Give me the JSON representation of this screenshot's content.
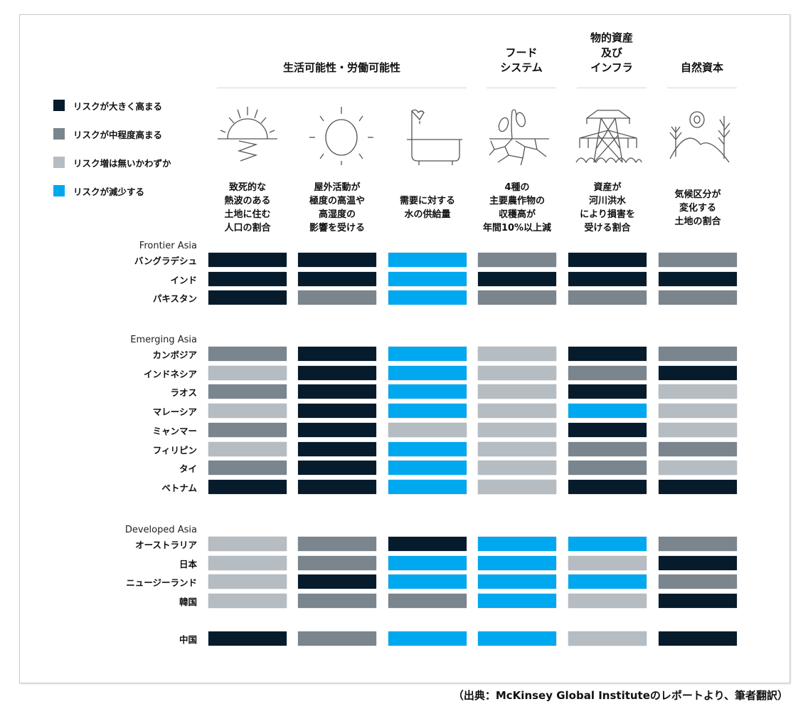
{
  "chart_data": {
    "type": "heatmap",
    "column_groups": [
      {
        "title": "生活可能性・労働可能性",
        "columns": [
          0,
          1,
          2
        ]
      },
      {
        "title": "フード\nシステム",
        "columns": [
          3
        ]
      },
      {
        "title": "物的資産\n及び\nインフラ",
        "columns": [
          4
        ]
      },
      {
        "title": "自然資本",
        "columns": [
          5
        ]
      }
    ],
    "columns": [
      {
        "label": "致死的な\n熱波のある\n土地に住む\n人口の割合",
        "icon": "sunset-heat-icon"
      },
      {
        "label": "屋外活動が\n極度の高温や\n高湿度の\n影響を受ける",
        "icon": "sun-icon"
      },
      {
        "label": "需要に対する\n水の供給量",
        "icon": "bathtub-water-icon"
      },
      {
        "label": "4種の\n主要農作物の\n収穫高が\n年間10%以上減",
        "icon": "drought-plant-icon"
      },
      {
        "label": "資産が\n河川洪水\nにより損害を\n受ける割合",
        "icon": "power-tower-flood-icon"
      },
      {
        "label": "気候区分が\n変化する\n土地の割合",
        "icon": "landscape-climate-icon"
      }
    ],
    "legend": [
      {
        "level": 3,
        "label": "リスクが大きく高まる",
        "color": "#061b2b"
      },
      {
        "level": 2,
        "label": "リスクが中程度高まる",
        "color": "#7a858d"
      },
      {
        "level": 1,
        "label": "リスク増は無いかわずか",
        "color": "#b5bcc2"
      },
      {
        "level": 0,
        "label": "リスクが減少する",
        "color": "#00a8f0"
      }
    ],
    "regions": [
      {
        "name": "Frontier Asia",
        "rows": [
          {
            "country": "バングラデシュ",
            "values": [
              3,
              3,
              0,
              2,
              3,
              2
            ]
          },
          {
            "country": "インド",
            "values": [
              3,
              3,
              0,
              3,
              3,
              3
            ]
          },
          {
            "country": "パキスタン",
            "values": [
              3,
              2,
              0,
              2,
              2,
              2
            ]
          }
        ]
      },
      {
        "name": "Emerging Asia",
        "rows": [
          {
            "country": "カンボジア",
            "values": [
              2,
              3,
              0,
              1,
              3,
              2
            ]
          },
          {
            "country": "インドネシア",
            "values": [
              1,
              3,
              0,
              1,
              2,
              3
            ]
          },
          {
            "country": "ラオス",
            "values": [
              2,
              3,
              0,
              1,
              3,
              1
            ]
          },
          {
            "country": "マレーシア",
            "values": [
              1,
              3,
              0,
              1,
              0,
              1
            ]
          },
          {
            "country": "ミャンマー",
            "values": [
              2,
              3,
              1,
              1,
              3,
              1
            ]
          },
          {
            "country": "フィリピン",
            "values": [
              1,
              3,
              0,
              1,
              2,
              2
            ]
          },
          {
            "country": "タイ",
            "values": [
              2,
              3,
              0,
              1,
              2,
              1
            ]
          },
          {
            "country": "ベトナム",
            "values": [
              3,
              3,
              0,
              1,
              3,
              3
            ]
          }
        ]
      },
      {
        "name": "Developed Asia",
        "rows": [
          {
            "country": "オーストラリア",
            "values": [
              1,
              2,
              3,
              0,
              0,
              2
            ]
          },
          {
            "country": "日本",
            "values": [
              1,
              2,
              0,
              0,
              1,
              3
            ]
          },
          {
            "country": "ニュージーランド",
            "values": [
              1,
              3,
              0,
              0,
              0,
              2
            ]
          },
          {
            "country": "韓国",
            "values": [
              1,
              2,
              2,
              0,
              1,
              3
            ]
          }
        ]
      },
      {
        "name": "",
        "rows": [
          {
            "country": "中国",
            "values": [
              3,
              2,
              0,
              0,
              1,
              3
            ]
          }
        ]
      }
    ]
  },
  "source": "（出典：McKinsey Global Instituteのレポートより、筆者翻訳）"
}
